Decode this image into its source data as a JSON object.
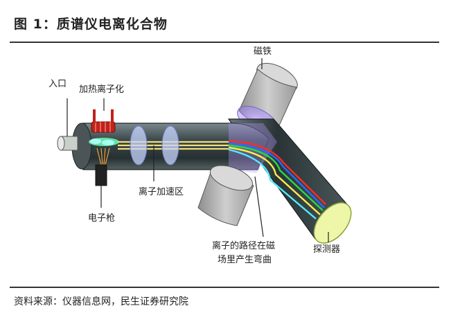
{
  "title": "图 1：质谱仪电离化合物",
  "source": "资料来源：仪器信息网，民生证券研究院",
  "labels": {
    "inlet": "入口",
    "heating_ionization": "加热离子化",
    "magnet": "磁铁",
    "ion_acceleration": "离子加速区",
    "electron_gun": "电子枪",
    "ion_path_line1": "离子的路径在磁",
    "ion_path_line2": "场里产生弯曲",
    "detector": "探测器"
  },
  "colors": {
    "tube_dark": "#2c3538",
    "tube_light": "#6d7a7d",
    "magnet_gray": "#a9a9a9",
    "magnet_glow": "#c9b3ff",
    "beam_yellow": "#f2e07a",
    "detector_face": "#eef7a8",
    "ion_red": "#ff2a2a",
    "ion_blue": "#2d6bff",
    "ion_green": "#29d84a",
    "ion_yellow": "#f5f04a",
    "ion_cyan": "#52ecff"
  }
}
